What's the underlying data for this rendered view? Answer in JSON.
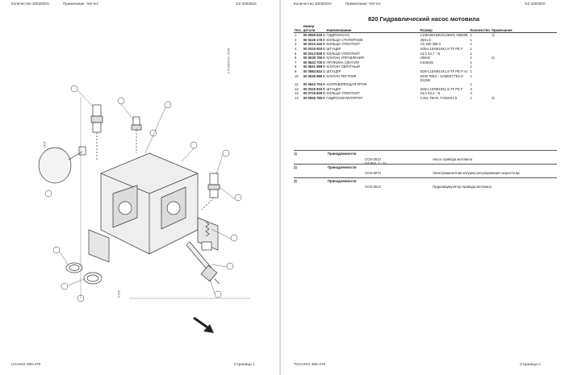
{
  "left_page": {
    "header": {
      "qty_label": "Количество 2002820A",
      "note_label": "Примечание: %9 %4",
      "code": "GZ 2002820"
    },
    "diagram_code": "8047 2002820A 1",
    "callout_1": "3012",
    "callout_2": "3013",
    "footer": {
      "model": "UCANO 480-470",
      "page": "Страница 1"
    }
  },
  "right_page": {
    "header": {
      "qty_label": "Количество 2002820A",
      "note_label": "Примечание: %9 %4",
      "code": "GZ 2002820"
    },
    "title": "820 Гидравлический насос мотовила",
    "table": {
      "headers": [
        "Поз.",
        "Номер детали",
        "Наименование",
        "Размер",
        "Количество",
        "Примечание"
      ],
      "rows": [
        [
          "1",
          "00 0055 529 1",
          "ГИДРОНАСОС",
          "V1001901500/4149201 005008",
          "1",
          "1)"
        ],
        [
          "2",
          "00 0228 178 0",
          "КОЛЬЦО СТОПОРНОЕ",
          "35X1,5",
          "1",
          ""
        ],
        [
          "3",
          "00 0210 440 0",
          "КОЛЬЦО УПЛОТНИТ.",
          "AS 300 359 0",
          "1",
          ""
        ],
        [
          "4",
          "00 0315 919 0",
          "ШТУЦЕР",
          "SD5-L15XM18X1,5-TF PE F",
          "1",
          ""
        ],
        [
          "5",
          "00 0213 839 0",
          "КОЛЬЦО УПЛОТНИТ.",
          "15,3 X2,7 - N",
          "1",
          ""
        ],
        [
          "6",
          "00 0039 759 0",
          "КЛАПАН УПРАВЛЕНИЯ",
          "208A8",
          "1",
          "2)"
        ],
        [
          "7",
          "00 0643 705 0",
          "ПРУЖИНА СЖАТИЯ",
          "0,8X8X8",
          "1",
          ""
        ],
        [
          "8",
          "00 0631 588 0",
          "КЛАПАН ОБРАТНЫЙ",
          "",
          "1",
          ""
        ],
        [
          "9",
          "00 0584 834 1",
          "ШТУЦЕР",
          "SD5-L10XM14X1,5-TF PE F-AI",
          "1",
          ""
        ],
        [
          "10",
          "00 0039 689 0",
          "КЛАПАН РЕГУЛИР.",
          "0039 789,0 - SAMMIT,TECH D1288",
          "1",
          ""
        ],
        [
          "11",
          "00 0643 704 0",
          "НАПРАВЛЯЮЩАЯ ПРУЖ",
          "",
          "1",
          ""
        ],
        [
          "12",
          "00 0315 919 0",
          "ШТУЦЕР",
          "SD5-L15XM18X1,5-TF PE F",
          "2",
          ""
        ],
        [
          "13",
          "00 0725 839 0",
          "КОЛЬЦО УПЛОТНИТ.",
          "15,3 X2,2 - N",
          "2",
          ""
        ],
        [
          "14",
          "00 0055 786 0",
          "ГИДРОАККУМУЛЯТОР",
          "0,32L TBAR, F-M18X1,5",
          "1",
          "3)"
        ]
      ]
    },
    "notes": [
      {
        "num": "1)",
        "label": "Принадлежности",
        "code": "CCN-3013",
        "desc": "Насос привода мотовила",
        "extra": "mit Pos. 2 - 11"
      },
      {
        "num": "2)",
        "label": "Принадлежности",
        "code": "CCN-9274",
        "desc": "Электромагнитная катушка регулирования скорости вр",
        "extra": ""
      },
      {
        "num": "3)",
        "label": "Принадлежности",
        "code": "CCN-3012",
        "desc": "Гидроаккумулятор привода мотовила",
        "extra": ""
      }
    ],
    "footer": {
      "model": "TUCANO 480-470",
      "page": "Страница 2"
    }
  }
}
